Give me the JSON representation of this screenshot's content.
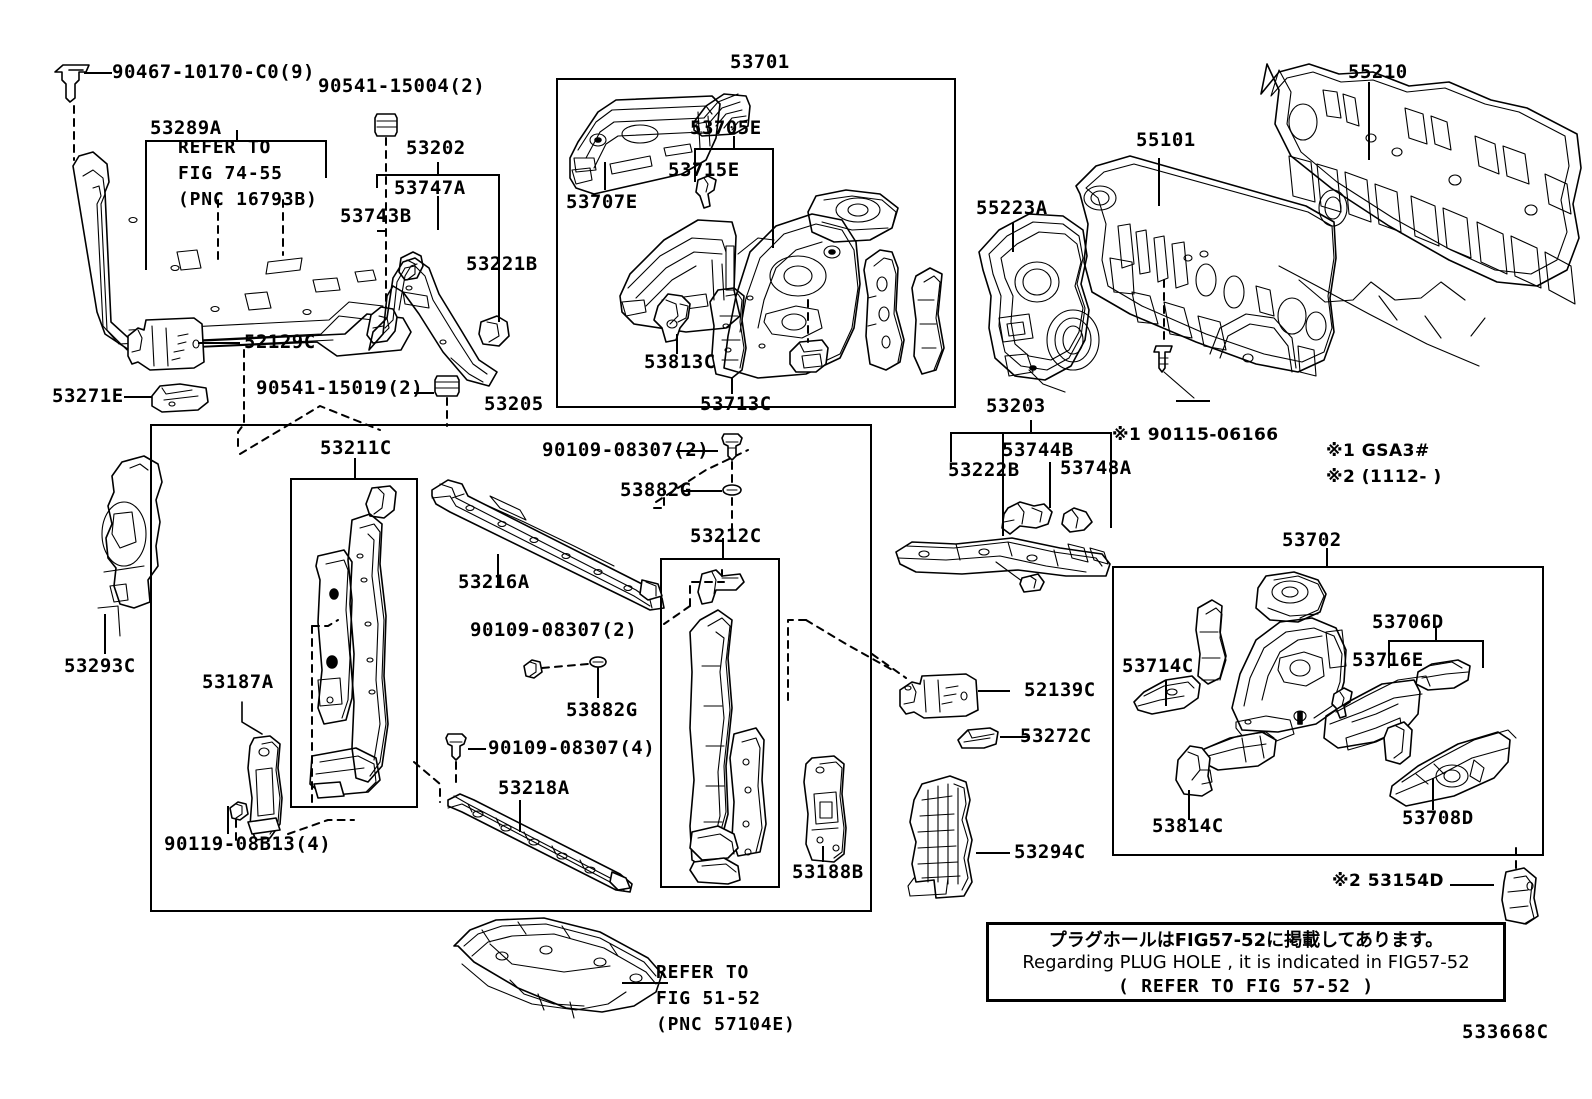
{
  "diagram": {
    "sheet_code": "533668C",
    "type": "toyota-epc-parts-illustration",
    "title_groups": [
      {
        "id": "g53701",
        "label": "53701"
      },
      {
        "id": "g53205",
        "label": "53205"
      },
      {
        "id": "g53211",
        "label": "53211C"
      },
      {
        "id": "g53212",
        "label": "53212C"
      },
      {
        "id": "g53202",
        "label": "53202"
      },
      {
        "id": "g53289",
        "label": "53289A"
      },
      {
        "id": "g53203",
        "label": "53203"
      },
      {
        "id": "g53702",
        "label": "53702"
      },
      {
        "id": "g53706",
        "label": "53706D"
      },
      {
        "id": "g53705",
        "label": "53705E"
      }
    ]
  },
  "labels": {
    "bolt_90467": "90467-10170-C0(9)",
    "p53289A": "53289A",
    "refer7455_l1": "REFER TO",
    "refer7455_l2": "FIG 74-55",
    "refer7455_l3": "(PNC 16793B)",
    "bolt_90541_15004": "90541-15004(2)",
    "p53202": "53202",
    "p53747A": "53747A",
    "p53743B": "53743B",
    "p53221B": "53221B",
    "p52129C": "52129C",
    "p53271E": "53271E",
    "bolt_90541_15019": "90541-15019(2)",
    "p53205": "53205",
    "p53211C": "53211C",
    "bolt_90109_08307_2a": "90109-08307(2)",
    "p53882G_a": "53882G",
    "p53212C": "53212C",
    "p53216A": "53216A",
    "bolt_90109_08307_2b": "90109-08307(2)",
    "p53882G_b": "53882G",
    "bolt_90109_08307_4": "90109-08307(4)",
    "p53218A": "53218A",
    "p53188B": "53188B",
    "p53187A": "53187A",
    "bolt_90119_08B13": "90119-08B13(4)",
    "p53293C": "53293C",
    "p53701": "53701",
    "p53705E": "53705E",
    "p53715E": "53715E",
    "p53707E": "53707E",
    "p53813C": "53813C",
    "p53713C": "53713C",
    "p55210": "55210",
    "p55101": "55101",
    "p55223A": "55223A",
    "p53203": "53203",
    "p53222B": "53222B",
    "p53744B": "53744B",
    "p53748A": "53748A",
    "bolt_90115_06166": "※1 90115-06166",
    "p52139C": "52139C",
    "p53272C": "53272C",
    "p53294C": "53294C",
    "p53702": "53702",
    "p53714C": "53714C",
    "p53706D": "53706D",
    "p53716E": "53716E",
    "p53814C": "53814C",
    "p53708D": "53708D",
    "p53154D": "※2 53154D",
    "refer5152_l1": "REFER TO",
    "refer5152_l2": "FIG 51-52",
    "refer5152_l3": "(PNC 57104E)"
  },
  "footnotes": {
    "note1": "※1 GSA3#",
    "note2": "※2 (1112-      )"
  },
  "plug_hole_note": {
    "line_jp": "プラグホールはFIG57-52に掲載してあります。",
    "line_en": "Regarding PLUG HOLE , it is indicated in FIG57-52",
    "line_ref": "(   REFER TO FIG 57-52 )"
  },
  "colors": {
    "ink": "#000000",
    "paper": "#ffffff"
  }
}
